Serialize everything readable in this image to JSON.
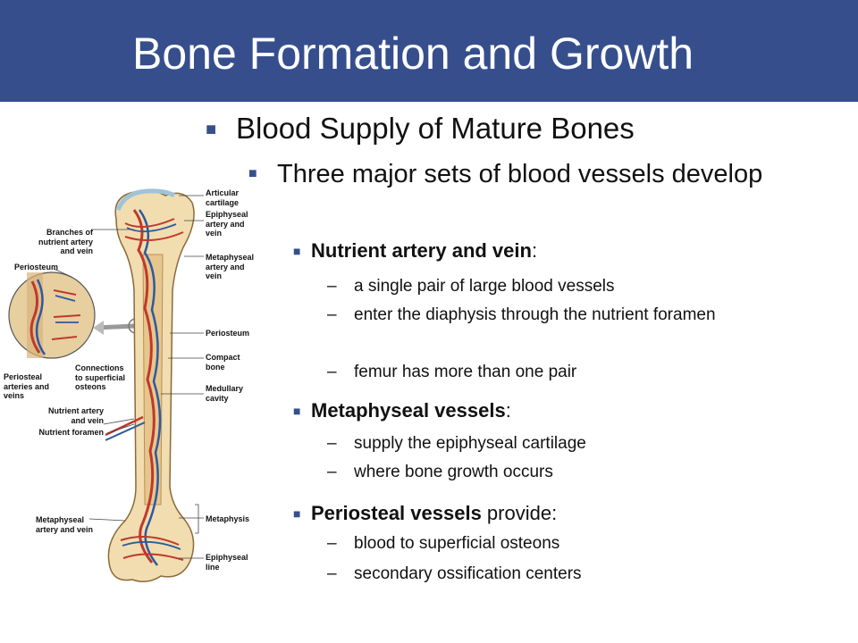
{
  "title": "Bone Formation and Growth",
  "heading": "Blood Supply of Mature Bones",
  "subheading": "Three major sets of blood vessels develop",
  "sections": [
    {
      "term": "Nutrient artery and vein",
      "after": ":",
      "items": [
        "a single pair of large blood vessels",
        "enter the diaphysis through the nutrient foramen",
        "femur has more than one pair"
      ]
    },
    {
      "term": "Metaphyseal vessels",
      "after": ":",
      "items": [
        "supply the epiphyseal cartilage",
        "where bone growth occurs"
      ]
    },
    {
      "term": "Periosteal vessels",
      "after": " provide:",
      "items": [
        "blood to superficial osteons",
        "secondary ossification centers"
      ]
    }
  ],
  "figure_labels": {
    "articular_cartilage": "Articular\ncartilage",
    "epiphyseal_artery": "Epiphyseal\nartery and\nvein",
    "metaphyseal_top": "Metaphyseal\nartery and\nvein",
    "branches": "Branches of\nnutrient artery\nand vein",
    "periosteum_left": "Periosteum",
    "periosteum_right": "Periosteum",
    "compact_bone": "Compact\nbone",
    "medullary_cavity": "Medullary\ncavity",
    "periosteal_arteries": "Periosteal\narteries and\nveins",
    "connections": "Connections\nto superficial\nosteons",
    "nutrient_artery": "Nutrient artery\nand vein",
    "nutrient_foramen": "Nutrient foramen",
    "metaphyseal_bottom": "Metaphyseal\nartery and vein",
    "metaphysis": "Metaphysis",
    "epiphyseal_line": "Epiphyseal\nline"
  }
}
